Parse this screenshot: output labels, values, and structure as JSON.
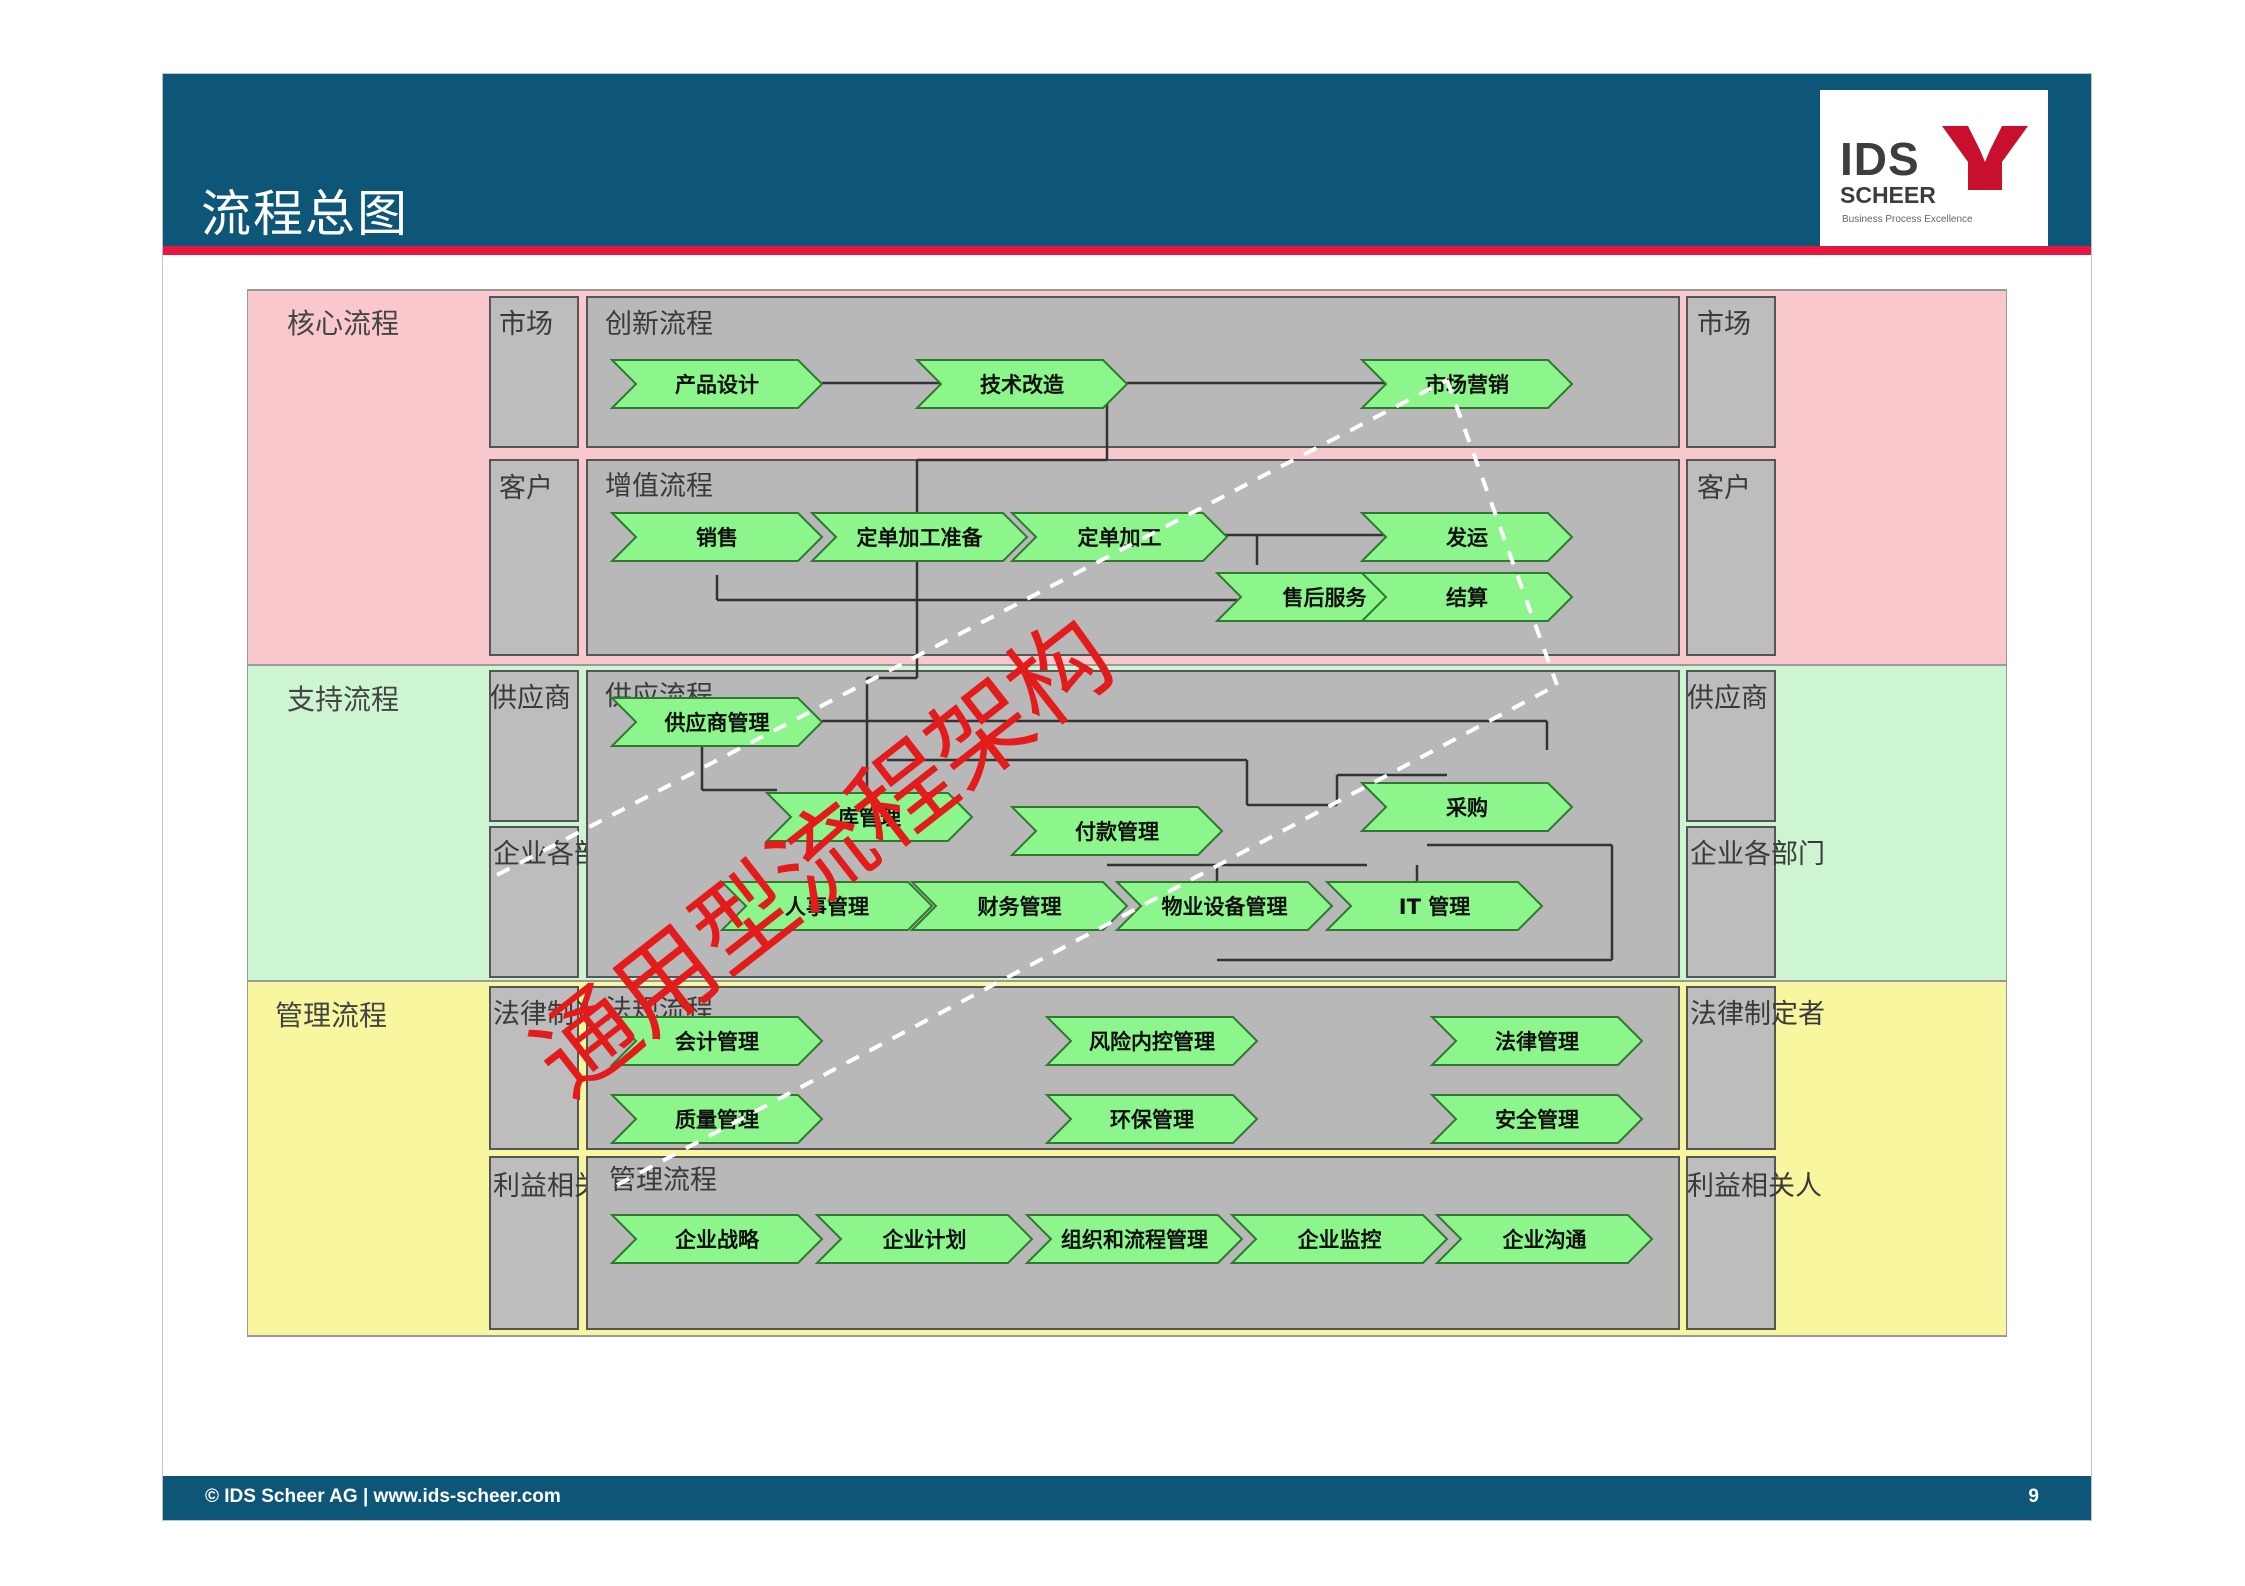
{
  "header": {
    "title": "流程总图"
  },
  "logo": {
    "name": "IDS",
    "sub": "SCHEER",
    "tagline": "Business Process Excellence"
  },
  "footer": {
    "left": "© IDS Scheer AG | www.ids-scheer.com",
    "page": "9"
  },
  "colors": {
    "header": "#0d5677",
    "accent": "#e5173f",
    "core_band": "#f8c8cc",
    "support_band": "#cdf5d2",
    "mgmt_band": "#f9f6a0",
    "chevron": "#8cf58c",
    "watermark": "#e31b1b"
  },
  "diagram": {
    "bands": [
      {
        "label": "核心流程",
        "side_left": [
          "市场",
          "客户"
        ],
        "side_right": [
          "市场",
          "客户"
        ]
      },
      {
        "label": "支持流程",
        "side_left": [
          "供应商",
          "企业各部门"
        ],
        "side_right": [
          "供应商",
          "企业各部门"
        ]
      },
      {
        "label": "管理流程",
        "side_left": [
          "法律制订者",
          "利益相关人"
        ],
        "side_right": [
          "法律制定者",
          "利益相关人"
        ]
      }
    ],
    "sections": [
      "创新流程",
      "增值流程",
      "供应流程",
      "法规流程",
      "管理流程"
    ],
    "chevrons": [
      "产品设计",
      "技术改造",
      "市场营销",
      "销售",
      "定单加工准备",
      "定单加工",
      "发运",
      "售后服务",
      "结算",
      "供应商管理",
      "采购",
      "库管理",
      "付款管理",
      "人事管理",
      "财务管理",
      "物业设备管理",
      "IT 管理",
      "会计管理",
      "风险内控管理",
      "法律管理",
      "质量管理",
      "环保管理",
      "安全管理",
      "企业战略",
      "企业计划",
      "组织和流程管理",
      "企业监控",
      "企业沟通"
    ],
    "watermark": "通用型流程架构"
  }
}
